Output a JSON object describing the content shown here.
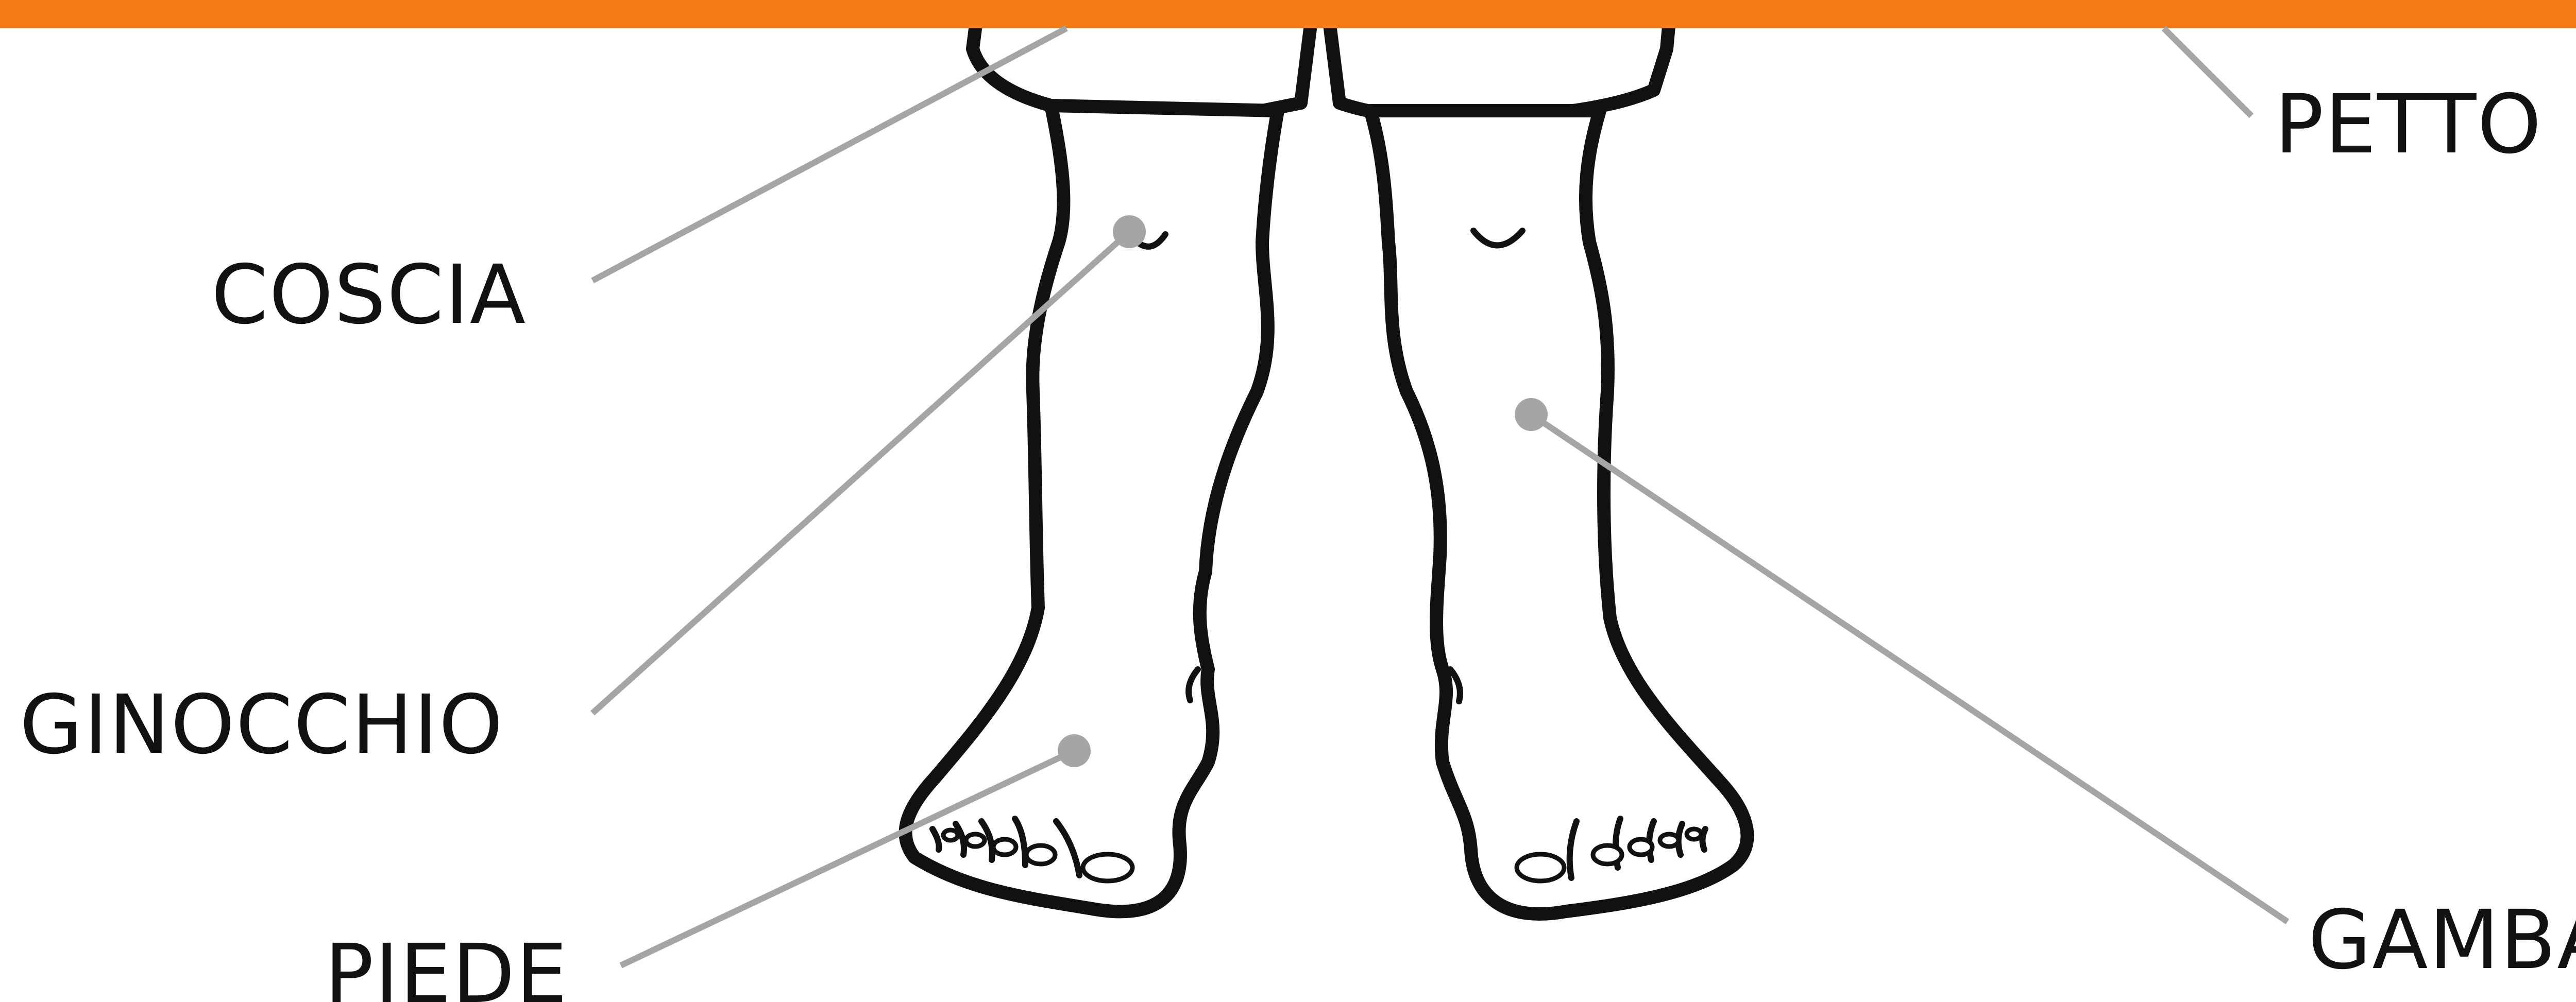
{
  "diagram": {
    "labels": {
      "petto": "PETTO",
      "coscia": "COSCIA",
      "ginocchio": "GINOCCHIO",
      "piede": "PIEDE",
      "gamba": "GAMBA"
    },
    "colors": {
      "top_band": "#f47b16",
      "leader_lines": "#a4a6a6",
      "outline": "#111111",
      "background": "#ffffff"
    }
  }
}
